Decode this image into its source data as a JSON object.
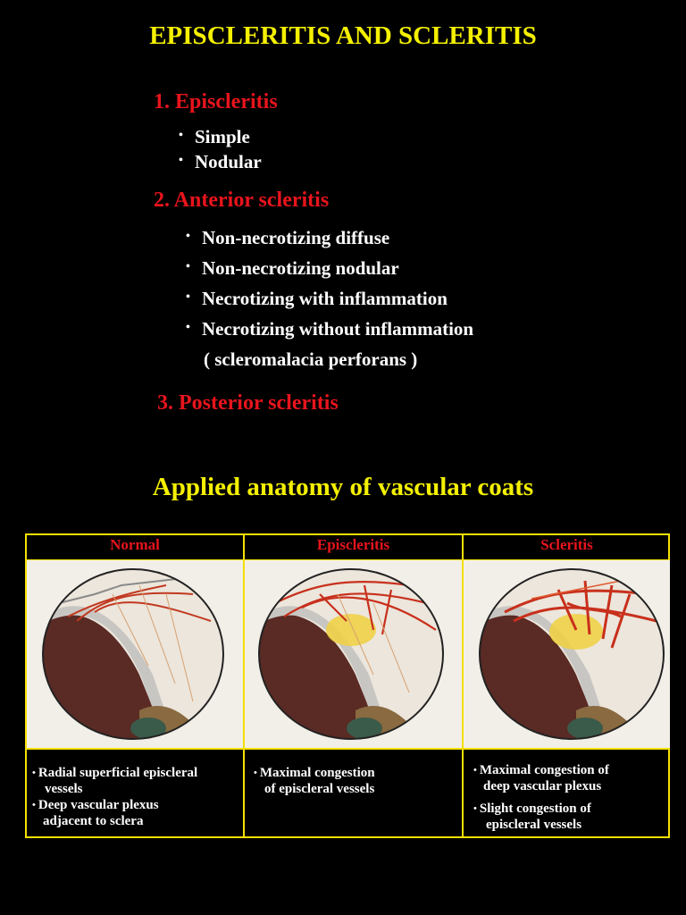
{
  "title": "EPISCLERITIS AND SCLERITIS",
  "sections": [
    {
      "heading": "1.  Episcleritis",
      "items": [
        "Simple",
        "Nodular"
      ]
    },
    {
      "heading": "2.  Anterior scleritis",
      "items": [
        "Non-necrotizing diffuse",
        "Non-necrotizing nodular",
        "Necrotizing with inflammation",
        "Necrotizing without inflammation"
      ],
      "note": "( scleromalacia perforans )"
    },
    {
      "heading": "3.  Posterior scleritis"
    }
  ],
  "subtitle": "Applied anatomy of vascular coats",
  "table": {
    "columns": [
      {
        "header": "Normal",
        "caption_lines": [
          "Radial superficial episcleral",
          "vessels",
          "Deep vascular plexus",
          "adjacent to sclera"
        ]
      },
      {
        "header": "Episcleritis",
        "caption_lines": [
          "Maximal congestion",
          "of episcleral vessels"
        ]
      },
      {
        "header": "Scleritis",
        "caption_lines": [
          "Maximal congestion of",
          "deep vascular plexus",
          "Slight congestion of",
          "episcleral vessels"
        ]
      }
    ]
  },
  "colors": {
    "background": "#000000",
    "title": "#f4f000",
    "heading": "#e8141c",
    "text": "#ffffff",
    "border": "#f4e000"
  }
}
